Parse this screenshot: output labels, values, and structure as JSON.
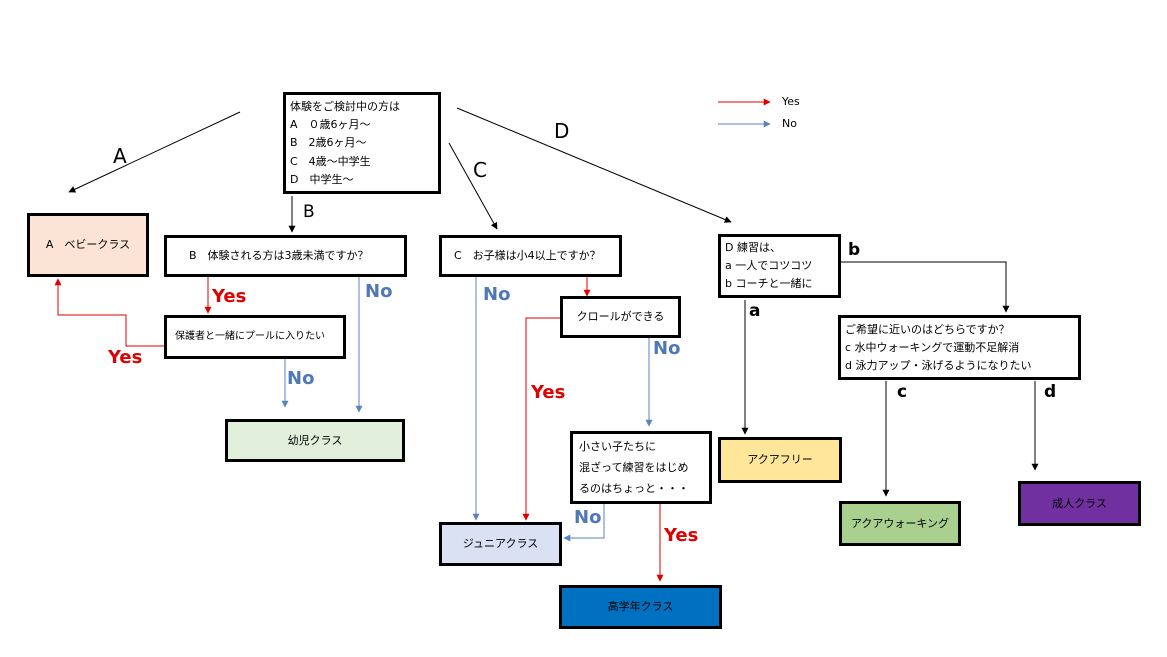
{
  "colors": {
    "yes_arrow": "#e00000",
    "no_arrow": "#5b82c0",
    "baby": "#fbe4d5",
    "infant": "#e2efda",
    "junior": "#dae1f3",
    "senior": "#0070c0",
    "aqua_free": "#ffe699",
    "aqua_walking": "#a9d08e",
    "adult": "#7030a0"
  },
  "legend": {
    "yes": "Yes",
    "no": "No"
  },
  "start": {
    "lines": [
      "体験をご検討中の方は",
      "A　０歳6ヶ月〜",
      "B　2歳6ヶ月〜",
      "C　4歳〜中学生",
      "D　中学生〜"
    ]
  },
  "branch_labels": {
    "A": "A",
    "B": "B",
    "C": "C",
    "D": "D"
  },
  "boxes": {
    "baby_class": "A　ベビークラス",
    "question_b": "B　体験される方は3歳未満ですか？",
    "with_guardian": "保護者と一緒にプールに入りたい",
    "infant_class": "幼児クラス",
    "question_c": "C　お子様は小4以上ですか？",
    "crawl": "クロールができる",
    "small_kids": [
      "小さい子たちに",
      "混ざって練習をはじめ",
      "るのはちょっと・・・"
    ],
    "junior_class": "ジュニアクラス",
    "senior_class": "高学年クラス",
    "question_d": [
      "D 練習は、",
      "a 一人でコツコツ",
      "b コーチと一緒に"
    ],
    "preference": [
      "ご希望に近いのはどちらですか？",
      "c 水中ウォーキングで運動不足解消",
      "d 泳力アップ・泳げるようになりたい"
    ],
    "aqua_free": "アクアフリー",
    "aqua_walking": "アクアウォーキング",
    "adult_class": "成人クラス"
  },
  "edge_labels": {
    "yes": "Yes",
    "no": "No",
    "a": "a",
    "b": "b",
    "c": "c",
    "d": "d"
  }
}
